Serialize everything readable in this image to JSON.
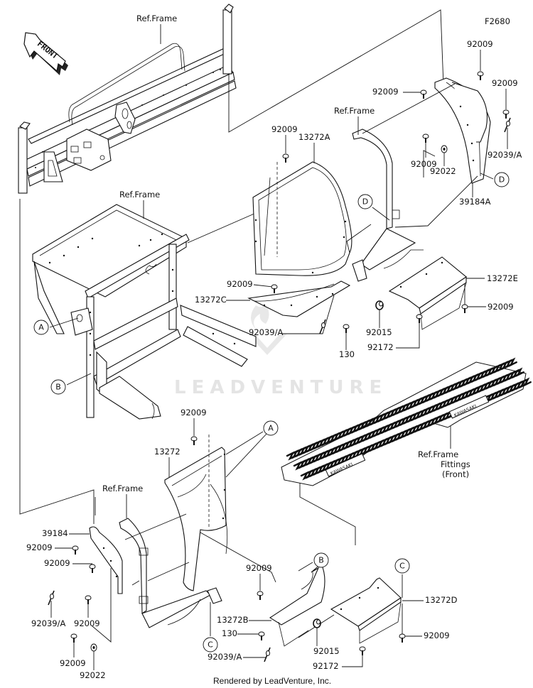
{
  "diagram": {
    "figure_id": "F2680",
    "front_arrow_label": "FRONT",
    "watermark": "LEADVENTURE",
    "footer": "Rendered by LeadVenture, Inc.",
    "labels": {
      "ref_frame_top": "Ref.Frame",
      "ref_frame_right": "Ref.Frame",
      "ref_frame_middle": "Ref.Frame",
      "ref_frame_lower": "Ref.Frame",
      "ref_frame_fittings_1": "Ref.Frame",
      "ref_frame_fittings_2": "Fittings",
      "ref_frame_fittings_3": "(Front)"
    },
    "callouts": [
      {
        "id": "c1",
        "text": "92009"
      },
      {
        "id": "c2",
        "text": "92009"
      },
      {
        "id": "c3",
        "text": "92009"
      },
      {
        "id": "c4",
        "text": "92009"
      },
      {
        "id": "c5",
        "text": "13272A"
      },
      {
        "id": "c6",
        "text": "92009"
      },
      {
        "id": "c7",
        "text": "92022"
      },
      {
        "id": "c8",
        "text": "92039/A"
      },
      {
        "id": "c9",
        "text": "39184A"
      },
      {
        "id": "c10",
        "text": "13272E"
      },
      {
        "id": "c11",
        "text": "92009"
      },
      {
        "id": "c12",
        "text": "92009"
      },
      {
        "id": "c13",
        "text": "13272C"
      },
      {
        "id": "c14",
        "text": "92039/A"
      },
      {
        "id": "c15",
        "text": "130"
      },
      {
        "id": "c16",
        "text": "92015"
      },
      {
        "id": "c17",
        "text": "92172"
      },
      {
        "id": "c18",
        "text": "92009"
      },
      {
        "id": "c19",
        "text": "13272"
      },
      {
        "id": "c20",
        "text": "39184"
      },
      {
        "id": "c21",
        "text": "92009"
      },
      {
        "id": "c22",
        "text": "92009"
      },
      {
        "id": "c23",
        "text": "92039/A"
      },
      {
        "id": "c24",
        "text": "92009"
      },
      {
        "id": "c25",
        "text": "92009"
      },
      {
        "id": "c26",
        "text": "92022"
      },
      {
        "id": "c27",
        "text": "92009"
      },
      {
        "id": "c28",
        "text": "13272B"
      },
      {
        "id": "c29",
        "text": "130"
      },
      {
        "id": "c30",
        "text": "92039/A"
      },
      {
        "id": "c31",
        "text": "92015"
      },
      {
        "id": "c32",
        "text": "13272D"
      },
      {
        "id": "c33",
        "text": "92009"
      },
      {
        "id": "c34",
        "text": "92172"
      }
    ],
    "reference_markers": [
      {
        "id": "m1",
        "letter": "A"
      },
      {
        "id": "m2",
        "letter": "B"
      },
      {
        "id": "m3",
        "letter": "D"
      },
      {
        "id": "m4",
        "letter": "D"
      },
      {
        "id": "m5",
        "letter": "A"
      },
      {
        "id": "m6",
        "letter": "B"
      },
      {
        "id": "m7",
        "letter": "C"
      },
      {
        "id": "m8",
        "letter": "C"
      }
    ],
    "mat_brand": "KAWASAKI"
  }
}
